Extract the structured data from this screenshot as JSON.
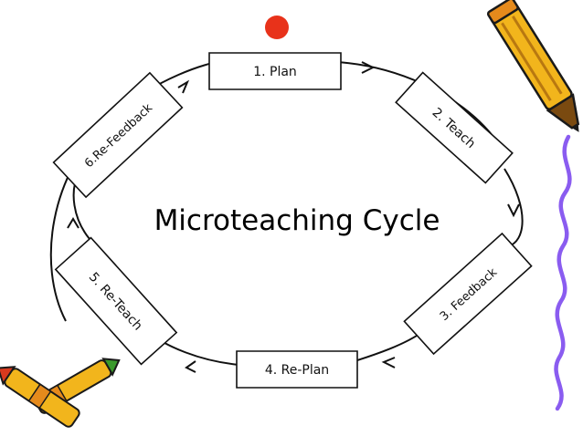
{
  "title": "Microteaching Cycle",
  "steps": [
    {
      "label": "1. Plan"
    },
    {
      "label": "2. Teach"
    },
    {
      "label": "3. Feedback"
    },
    {
      "label": "4. Re-Plan"
    },
    {
      "label": "5. Re-Teach"
    },
    {
      "label": "6.Re-Feedback"
    }
  ],
  "colors": {
    "marker_dot": "#e8321a",
    "pencil_body": "#f2b51c",
    "pencil_dark": "#7a4a10",
    "crayon_red": "#d83a1e",
    "crayon_green": "#3a9a2c",
    "squiggle": "#8a5cf0",
    "line": "#111111"
  },
  "icons": [
    "pencil-icon",
    "crayons-icon",
    "squiggle-decoration",
    "red-dot-marker"
  ]
}
